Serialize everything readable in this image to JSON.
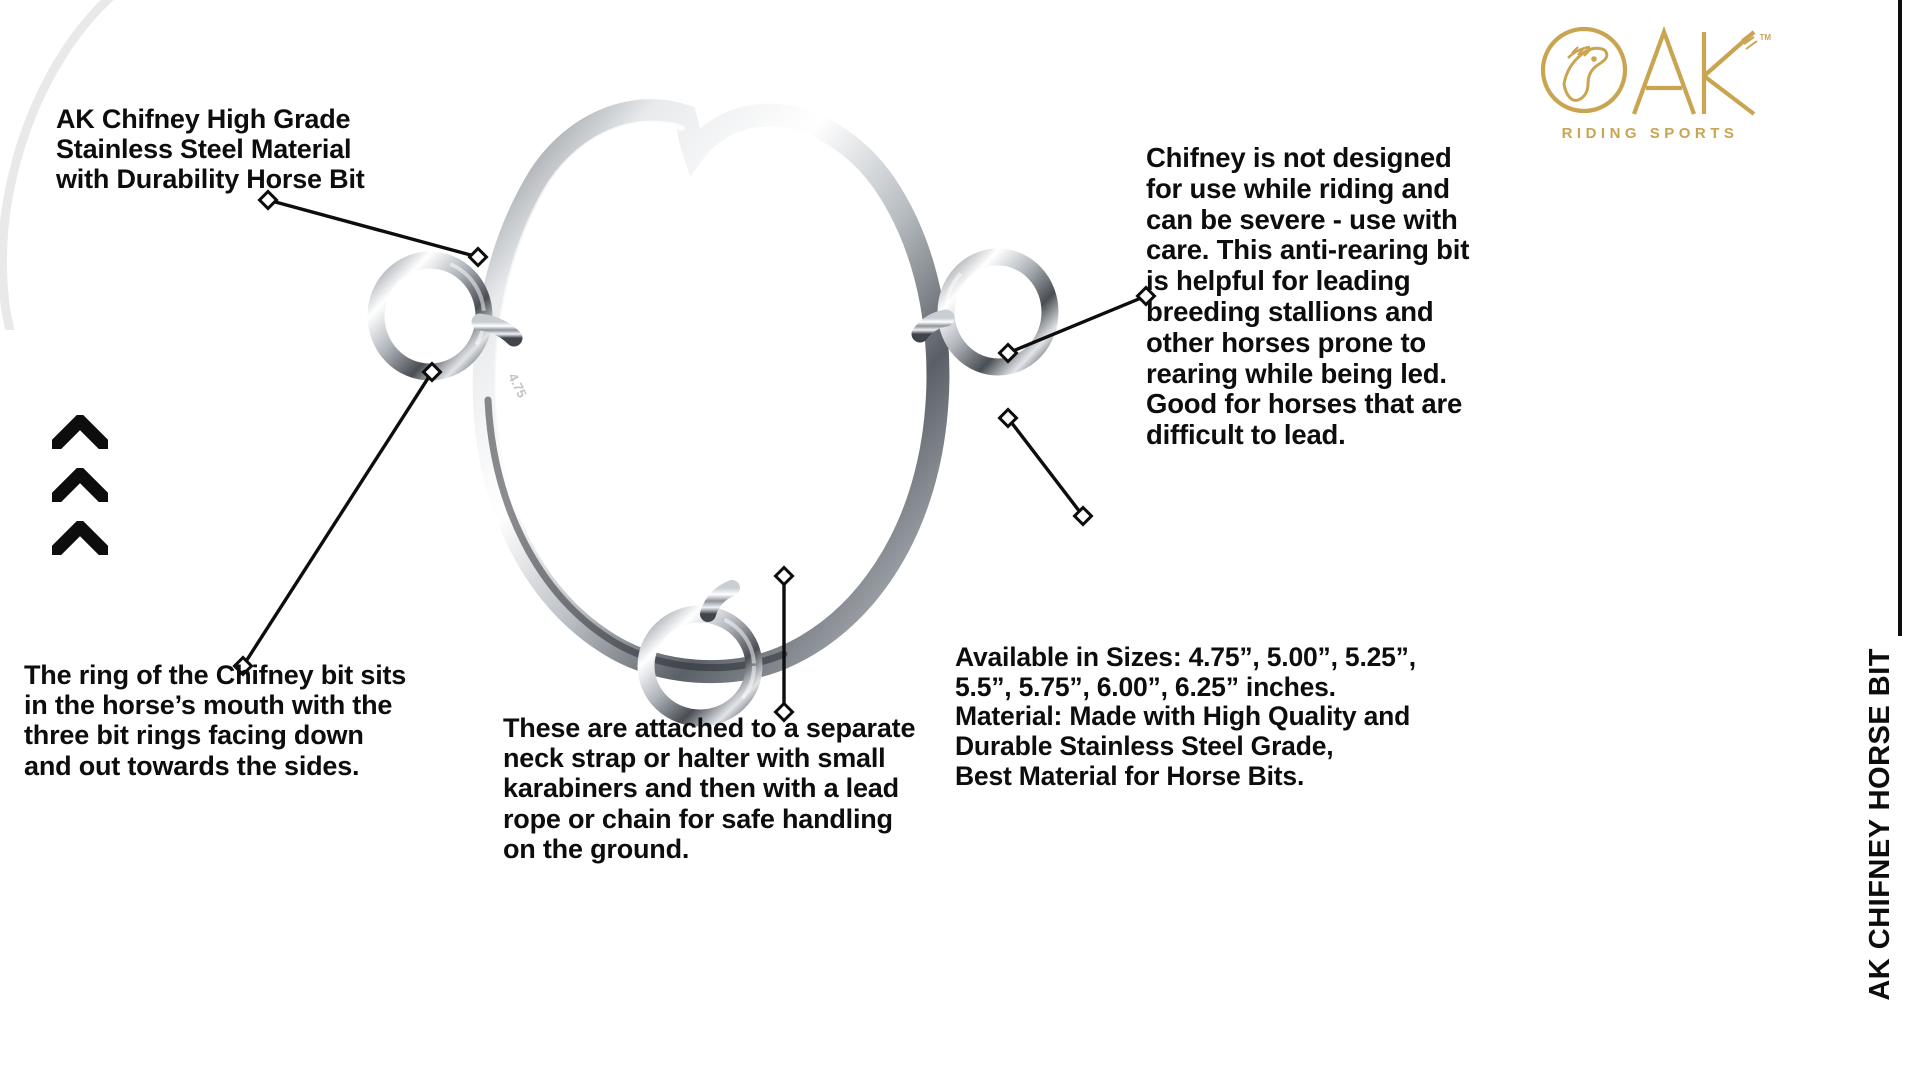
{
  "brand": {
    "logo_text": "OAK",
    "logo_tagline": "RIDING  SPORTS",
    "logo_color": "#C9A451",
    "trademark": "TM"
  },
  "callouts": {
    "top_left": "AK Chifney High Grade\nStainless Steel Material\nwith Durability Horse Bit",
    "right_top": "Chifney is not designed\nfor use while riding and\ncan be severe - use with\ncare. This anti-rearing bit\nis helpful for leading\nbreeding stallions and\nother horses prone to\nrearing while being led.\nGood for horses that are\ndifficult to lead.",
    "sizes": "Available in Sizes: 4.75”, 5.00”, 5.25”,\n5.5”, 5.75”, 6.00”, 6.25” inches.\nMaterial: Made with High Quality and\nDurable Stainless Steel Grade,\nBest Material for Horse Bits.",
    "bottom_left": "The ring of the Chifney bit sits\nin the horse’s mouth with the\nthree bit rings facing down\nand out towards the sides.",
    "bottom_center": "These are attached to a separate\nneck strap or halter with small\nkarabiners and then with a lead\nrope or chain for safe handling\non the ground."
  },
  "side_label": "AK CHIFNEY HORSE BIT",
  "icons": {
    "chevron_count": 3,
    "chevron_name": "chevron-up-icon"
  },
  "colors": {
    "text": "#0d0d0d",
    "background": "#ffffff",
    "accent_gold": "#C9A451",
    "metal_light": "#f2f3f5",
    "metal_mid": "#9aa0a6",
    "metal_dark": "#3a3d42"
  },
  "product": {
    "name": "AK Chifney Horse Bit",
    "material": "Stainless Steel"
  }
}
